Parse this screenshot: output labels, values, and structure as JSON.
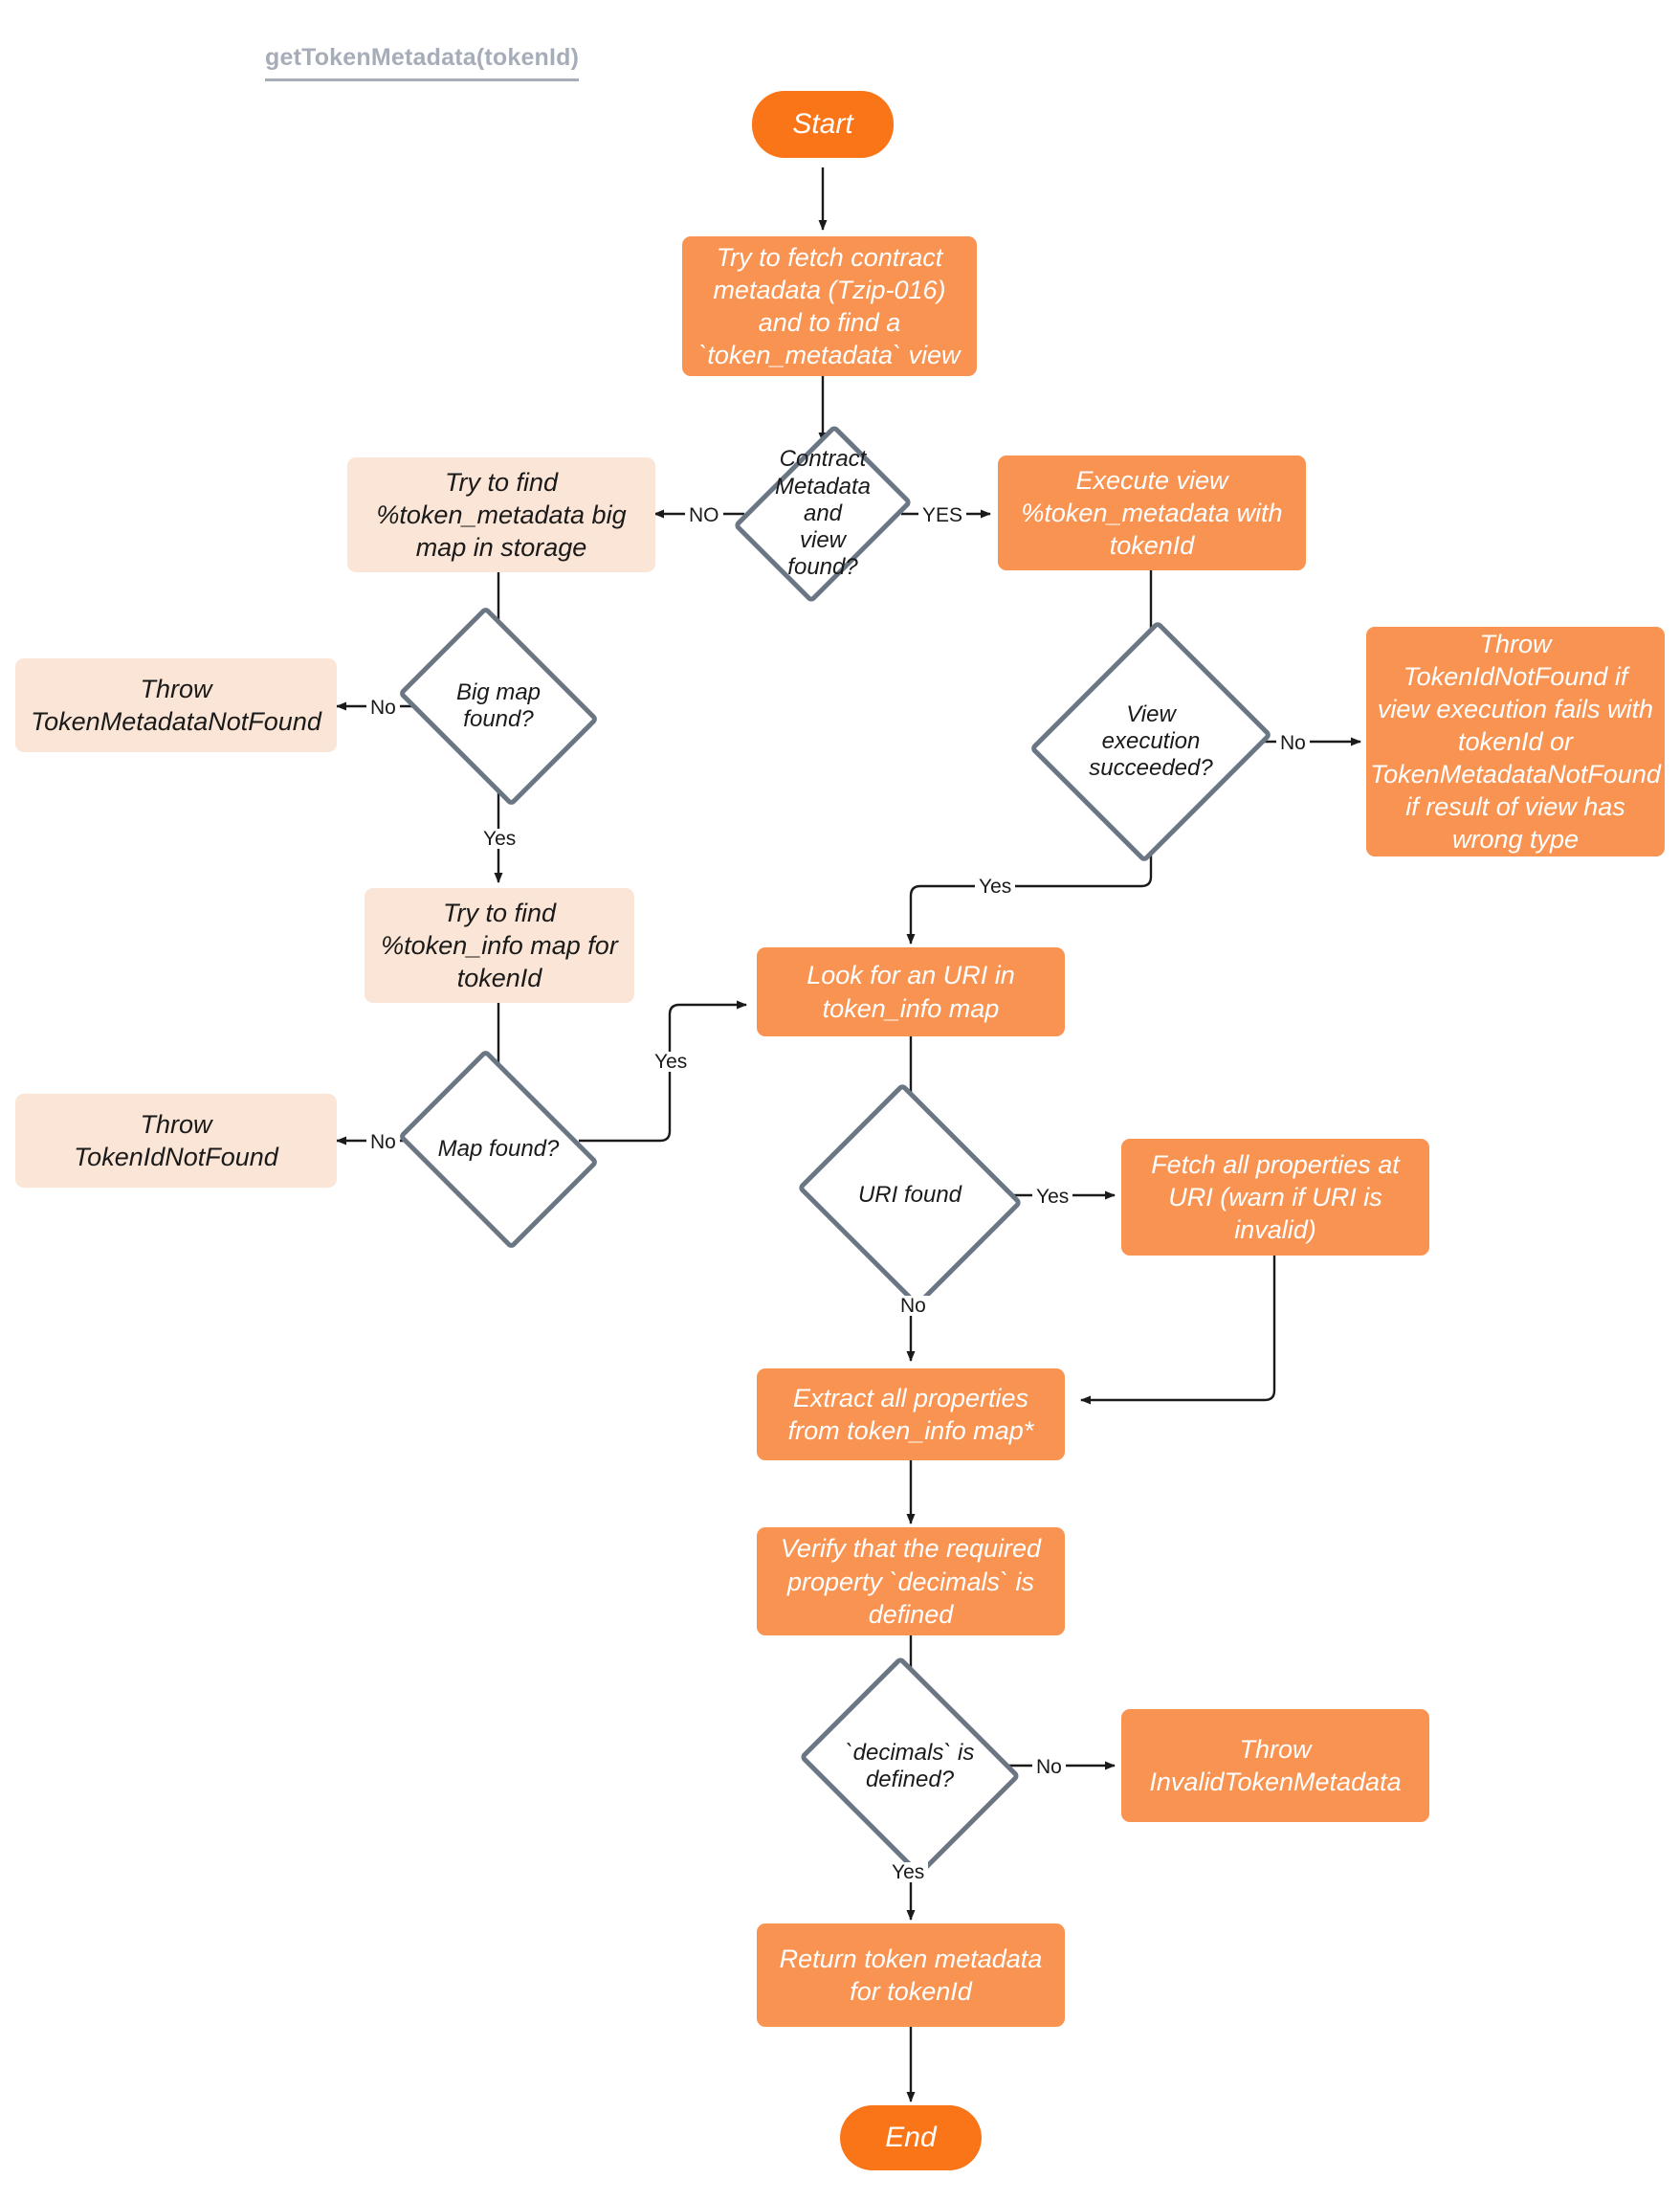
{
  "diagram": {
    "title": "getTokenMetadata(tokenId)",
    "colors": {
      "terminator": "#F97518",
      "process": "#F99351",
      "light_box": "#FBE5D6",
      "decision_border": "#6B7684",
      "decision_fill": "#FFFFFF",
      "edge": "#1A1A1A",
      "title_text": "#A7ADB8",
      "process_text": "#FFFFFF",
      "light_text": "#1A1A1A"
    },
    "nodes": [
      {
        "id": "start",
        "type": "terminator",
        "label": "Start"
      },
      {
        "id": "fetch_meta",
        "type": "process",
        "label": "Try to fetch contract\nmetadata (Tzip-016)\nand to find a\n`token_metadata` view"
      },
      {
        "id": "contract_q",
        "type": "decision",
        "label": "Contract\nMetadata and\nview\nfound?"
      },
      {
        "id": "find_bigmap",
        "type": "light",
        "label": "Try to find\n%token_metadata big\nmap in storage"
      },
      {
        "id": "exec_view",
        "type": "process",
        "label": "Execute view\n%token_metadata with\ntokenId"
      },
      {
        "id": "bigmap_q",
        "type": "decision",
        "label": "Big map\nfound?"
      },
      {
        "id": "throw_tmnf",
        "type": "light",
        "label": "Throw\nTokenMetadataNotFound"
      },
      {
        "id": "view_ok_q",
        "type": "decision",
        "label": "View\nexecution\nsucceeded?"
      },
      {
        "id": "throw_view",
        "type": "process",
        "label": "Throw\nTokenIdNotFound if\nview execution fails with\ntokenId or\nTokenMetadataNotFound\nif result of view has\nwrong type"
      },
      {
        "id": "find_info",
        "type": "light",
        "label": "Try to find\n%token_info map for\ntokenId"
      },
      {
        "id": "map_q",
        "type": "decision",
        "label": "Map found?"
      },
      {
        "id": "throw_tinf",
        "type": "light",
        "label": "Throw\nTokenIdNotFound"
      },
      {
        "id": "look_uri",
        "type": "process",
        "label": "Look for an URI in\ntoken_info map"
      },
      {
        "id": "uri_q",
        "type": "decision",
        "label": "URI found"
      },
      {
        "id": "fetch_uri",
        "type": "process",
        "label": "Fetch all properties at\nURI (warn if URI is\ninvalid)"
      },
      {
        "id": "extract",
        "type": "process",
        "label": "Extract all properties\nfrom token_info map*"
      },
      {
        "id": "verify_dec",
        "type": "process",
        "label": "Verify that the required\nproperty `decimals` is\ndefined"
      },
      {
        "id": "dec_q",
        "type": "decision",
        "label": "`decimals` is\ndefined?"
      },
      {
        "id": "throw_invalid",
        "type": "process",
        "label": "Throw\nInvalidTokenMetadata"
      },
      {
        "id": "return_meta",
        "type": "process",
        "label": "Return token metadata\nfor tokenId"
      },
      {
        "id": "end",
        "type": "terminator",
        "label": "End"
      }
    ],
    "edges": [
      {
        "from": "start",
        "to": "fetch_meta",
        "label": ""
      },
      {
        "from": "fetch_meta",
        "to": "contract_q",
        "label": ""
      },
      {
        "from": "contract_q",
        "to": "find_bigmap",
        "label": "NO"
      },
      {
        "from": "contract_q",
        "to": "exec_view",
        "label": "YES"
      },
      {
        "from": "find_bigmap",
        "to": "bigmap_q",
        "label": ""
      },
      {
        "from": "bigmap_q",
        "to": "throw_tmnf",
        "label": "No"
      },
      {
        "from": "bigmap_q",
        "to": "find_info",
        "label": "Yes"
      },
      {
        "from": "exec_view",
        "to": "view_ok_q",
        "label": ""
      },
      {
        "from": "view_ok_q",
        "to": "throw_view",
        "label": "No"
      },
      {
        "from": "view_ok_q",
        "to": "look_uri",
        "label": "Yes"
      },
      {
        "from": "find_info",
        "to": "map_q",
        "label": ""
      },
      {
        "from": "map_q",
        "to": "throw_tinf",
        "label": "No"
      },
      {
        "from": "map_q",
        "to": "look_uri",
        "label": "Yes"
      },
      {
        "from": "look_uri",
        "to": "uri_q",
        "label": ""
      },
      {
        "from": "uri_q",
        "to": "fetch_uri",
        "label": "Yes"
      },
      {
        "from": "uri_q",
        "to": "extract",
        "label": "No"
      },
      {
        "from": "fetch_uri",
        "to": "extract",
        "label": ""
      },
      {
        "from": "extract",
        "to": "verify_dec",
        "label": ""
      },
      {
        "from": "verify_dec",
        "to": "dec_q",
        "label": ""
      },
      {
        "from": "dec_q",
        "to": "throw_invalid",
        "label": "No"
      },
      {
        "from": "dec_q",
        "to": "return_meta",
        "label": "Yes"
      },
      {
        "from": "return_meta",
        "to": "end",
        "label": ""
      }
    ],
    "edge_labels": {
      "contract_no": "NO",
      "contract_yes": "YES",
      "bigmap_no": "No",
      "bigmap_yes": "Yes",
      "view_no": "No",
      "view_yes": "Yes",
      "map_no": "No",
      "map_yes": "Yes",
      "uri_yes": "Yes",
      "uri_no": "No",
      "dec_no": "No",
      "dec_yes": "Yes"
    }
  }
}
